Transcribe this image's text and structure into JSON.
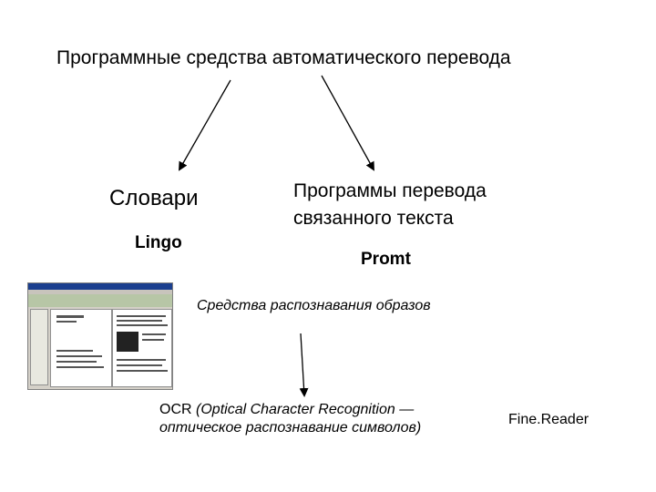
{
  "title": "Программные средства автоматического перевода",
  "dictionaries": {
    "label": "Словари",
    "example": "Lingo"
  },
  "translation_programs": {
    "line1": "Программы перевода",
    "line2": "связанного текста",
    "example": "Promt"
  },
  "recognition": {
    "label": "Средства распознавания образов"
  },
  "ocr": {
    "abbr": "OCR",
    "line1_rest": "(Optical Character Recognition —",
    "line2": "оптическое распознавание символов)",
    "example": "Fine.Reader"
  },
  "thumbnail": {
    "content": "recognition-app-screenshot"
  }
}
